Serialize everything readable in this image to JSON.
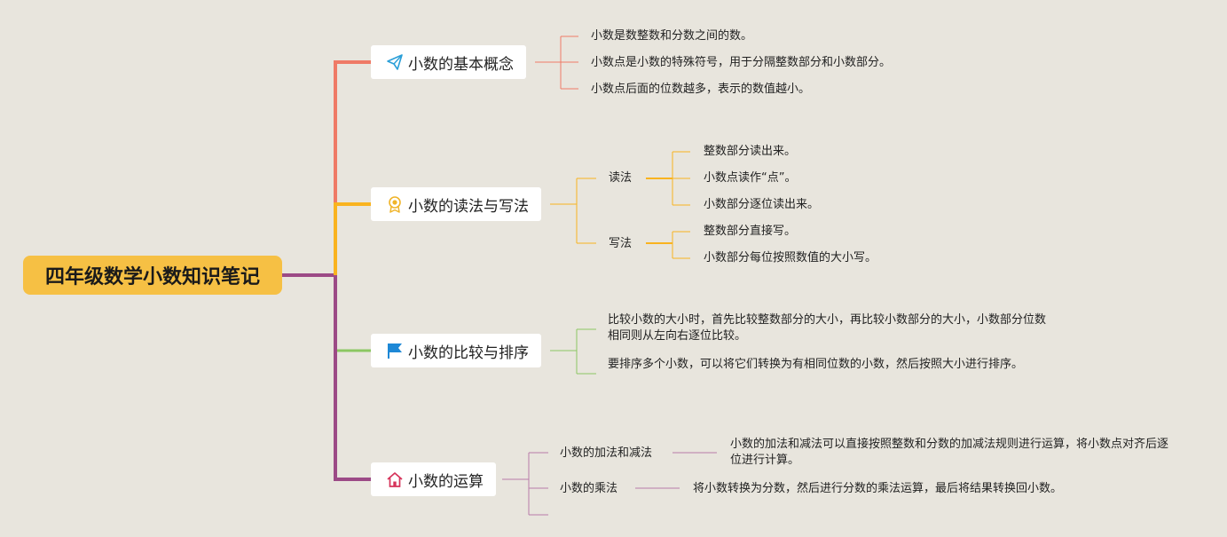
{
  "title": "四年级数学小数知识笔记",
  "colors": {
    "background": "#e8e5dd",
    "root": "#f6c044",
    "branch1": "#ef7a66",
    "branch2": "#f9b31f",
    "branch3": "#8cc762",
    "branch4": "#9c4a86"
  },
  "branches": [
    {
      "label": "小数的基本概念",
      "icon": "paper-plane-icon",
      "notes": [
        "小数是数整数和分数之间的数。",
        "小数点是小数的特殊符号，用于分隔整数部分和小数部分。",
        "小数点后面的位数越多，表示的数值越小。"
      ]
    },
    {
      "label": "小数的读法与写法",
      "icon": "medal-icon",
      "groups": [
        {
          "label": "读法",
          "notes": [
            "整数部分读出来。",
            "小数点读作“点”。",
            "小数部分逐位读出来。"
          ]
        },
        {
          "label": "写法",
          "notes": [
            "整数部分直接写。",
            "小数部分每位按照数值的大小写。"
          ]
        }
      ]
    },
    {
      "label": "小数的比较与排序",
      "icon": "flag-icon",
      "notes": [
        "比较小数的大小时，首先比较整数部分的大小，再比较小数部分的大小，小数部分位数相同则从左向右逐位比较。",
        "要排序多个小数，可以将它们转换为有相同位数的小数，然后按照大小进行排序。"
      ]
    },
    {
      "label": "小数的运算",
      "icon": "house-icon",
      "groups": [
        {
          "label": "小数的加法和减法",
          "note": "小数的加法和减法可以直接按照整数和分数的加减法规则进行运算，将小数点对齐后逐位进行计算。"
        },
        {
          "label": "小数的乘法",
          "note": "将小数转换为分数，然后进行分数的乘法运算，最后将结果转换回小数。"
        }
      ]
    }
  ]
}
